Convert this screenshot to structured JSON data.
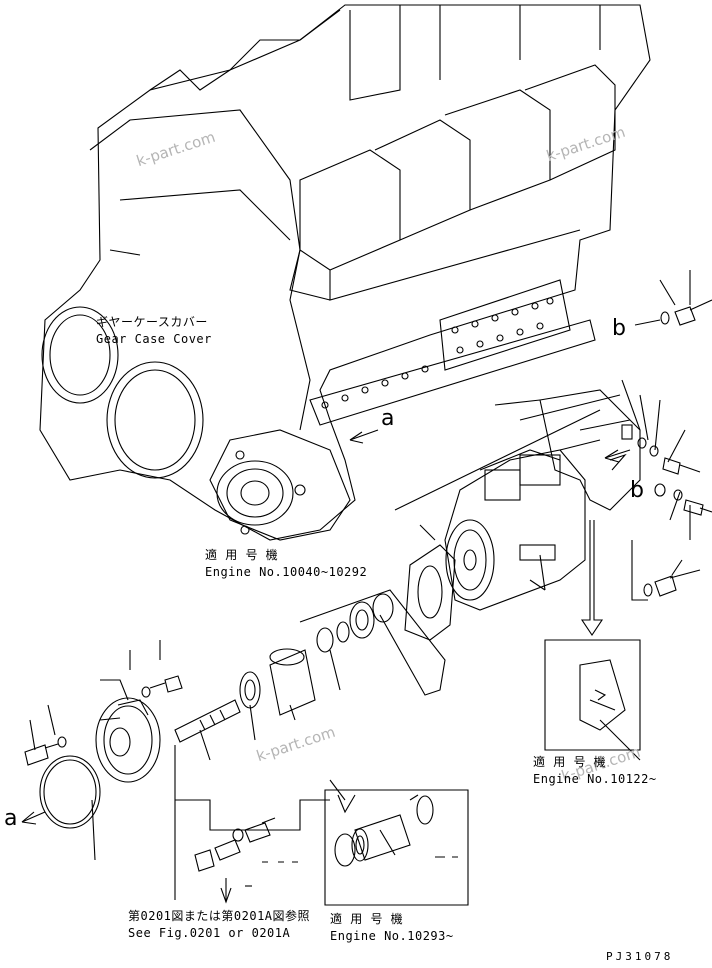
{
  "watermark": "k-part.com",
  "labels": {
    "gear_case_jp": "ギヤーケースカバー",
    "gear_case_en": "Gear Case Cover",
    "applicable_jp_1": "適 用 号 機",
    "engine_range_1": "Engine No.10040~10292",
    "applicable_jp_2": "適 用 号 機",
    "engine_range_2": "Engine No.10122~",
    "applicable_jp_3": "適 用 号 機",
    "engine_range_3": "Engine No.10293~",
    "see_fig_jp": "第0201図または第0201A図参照",
    "see_fig_en": "See Fig.0201 or 0201A",
    "ref_a_top": "a",
    "ref_a_bottom": "a",
    "ref_b_right": "b",
    "ref_b_mid": "b",
    "drawing_code": "PJ31078"
  }
}
